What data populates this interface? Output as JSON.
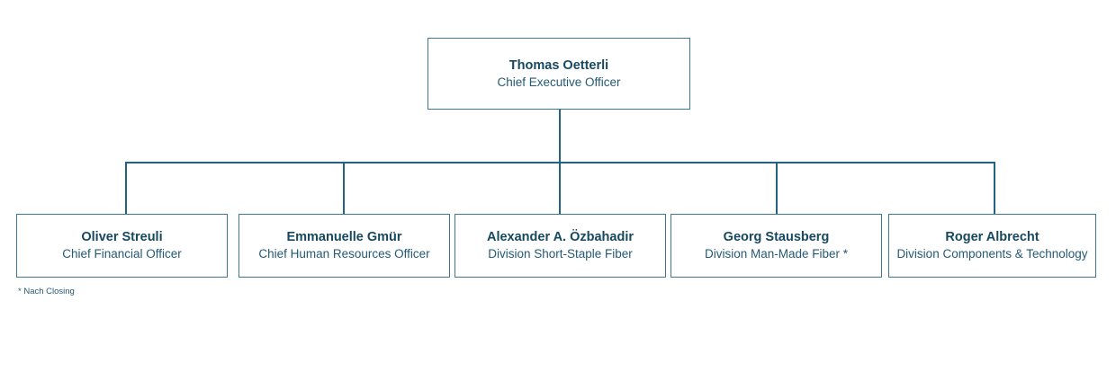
{
  "chart_data": {
    "type": "diagram",
    "title": "",
    "diagram_kind": "organization-chart",
    "orientation": "top-down",
    "levels": 2,
    "root": {
      "name": "Thomas Oetterli",
      "role": "Chief Executive Officer"
    },
    "reports": [
      {
        "name": "Oliver Streuli",
        "role": "Chief Financial Officer"
      },
      {
        "name": "Emmanuelle Gmür",
        "role": "Chief Human Resources Officer"
      },
      {
        "name": "Alexander A. Özbahadir",
        "role": "Division Short-Staple Fiber"
      },
      {
        "name": "Georg Stausberg",
        "role": "Division Man-Made Fiber *"
      },
      {
        "name": "Roger Albrecht",
        "role": "Division Components & Technology"
      }
    ],
    "footnote": "* Nach Closing",
    "colors": {
      "border": "#3b7997",
      "connector": "#22647f",
      "name_text": "#16485f",
      "role_text": "#245a75",
      "background": "#ffffff"
    }
  },
  "root": {
    "name": "Thomas Oetterli",
    "role": "Chief Executive Officer"
  },
  "reports": [
    {
      "name": "Oliver Streuli",
      "role": "Chief Financial Officer"
    },
    {
      "name": "Emmanuelle Gmür",
      "role": "Chief Human Resources Officer"
    },
    {
      "name": "Alexander A. Özbahadir",
      "role": "Division Short-Staple Fiber"
    },
    {
      "name": "Georg Stausberg",
      "role": "Division Man-Made Fiber *"
    },
    {
      "name": "Roger Albrecht",
      "role": "Division Components & Technology"
    }
  ],
  "footnote": "* Nach Closing"
}
